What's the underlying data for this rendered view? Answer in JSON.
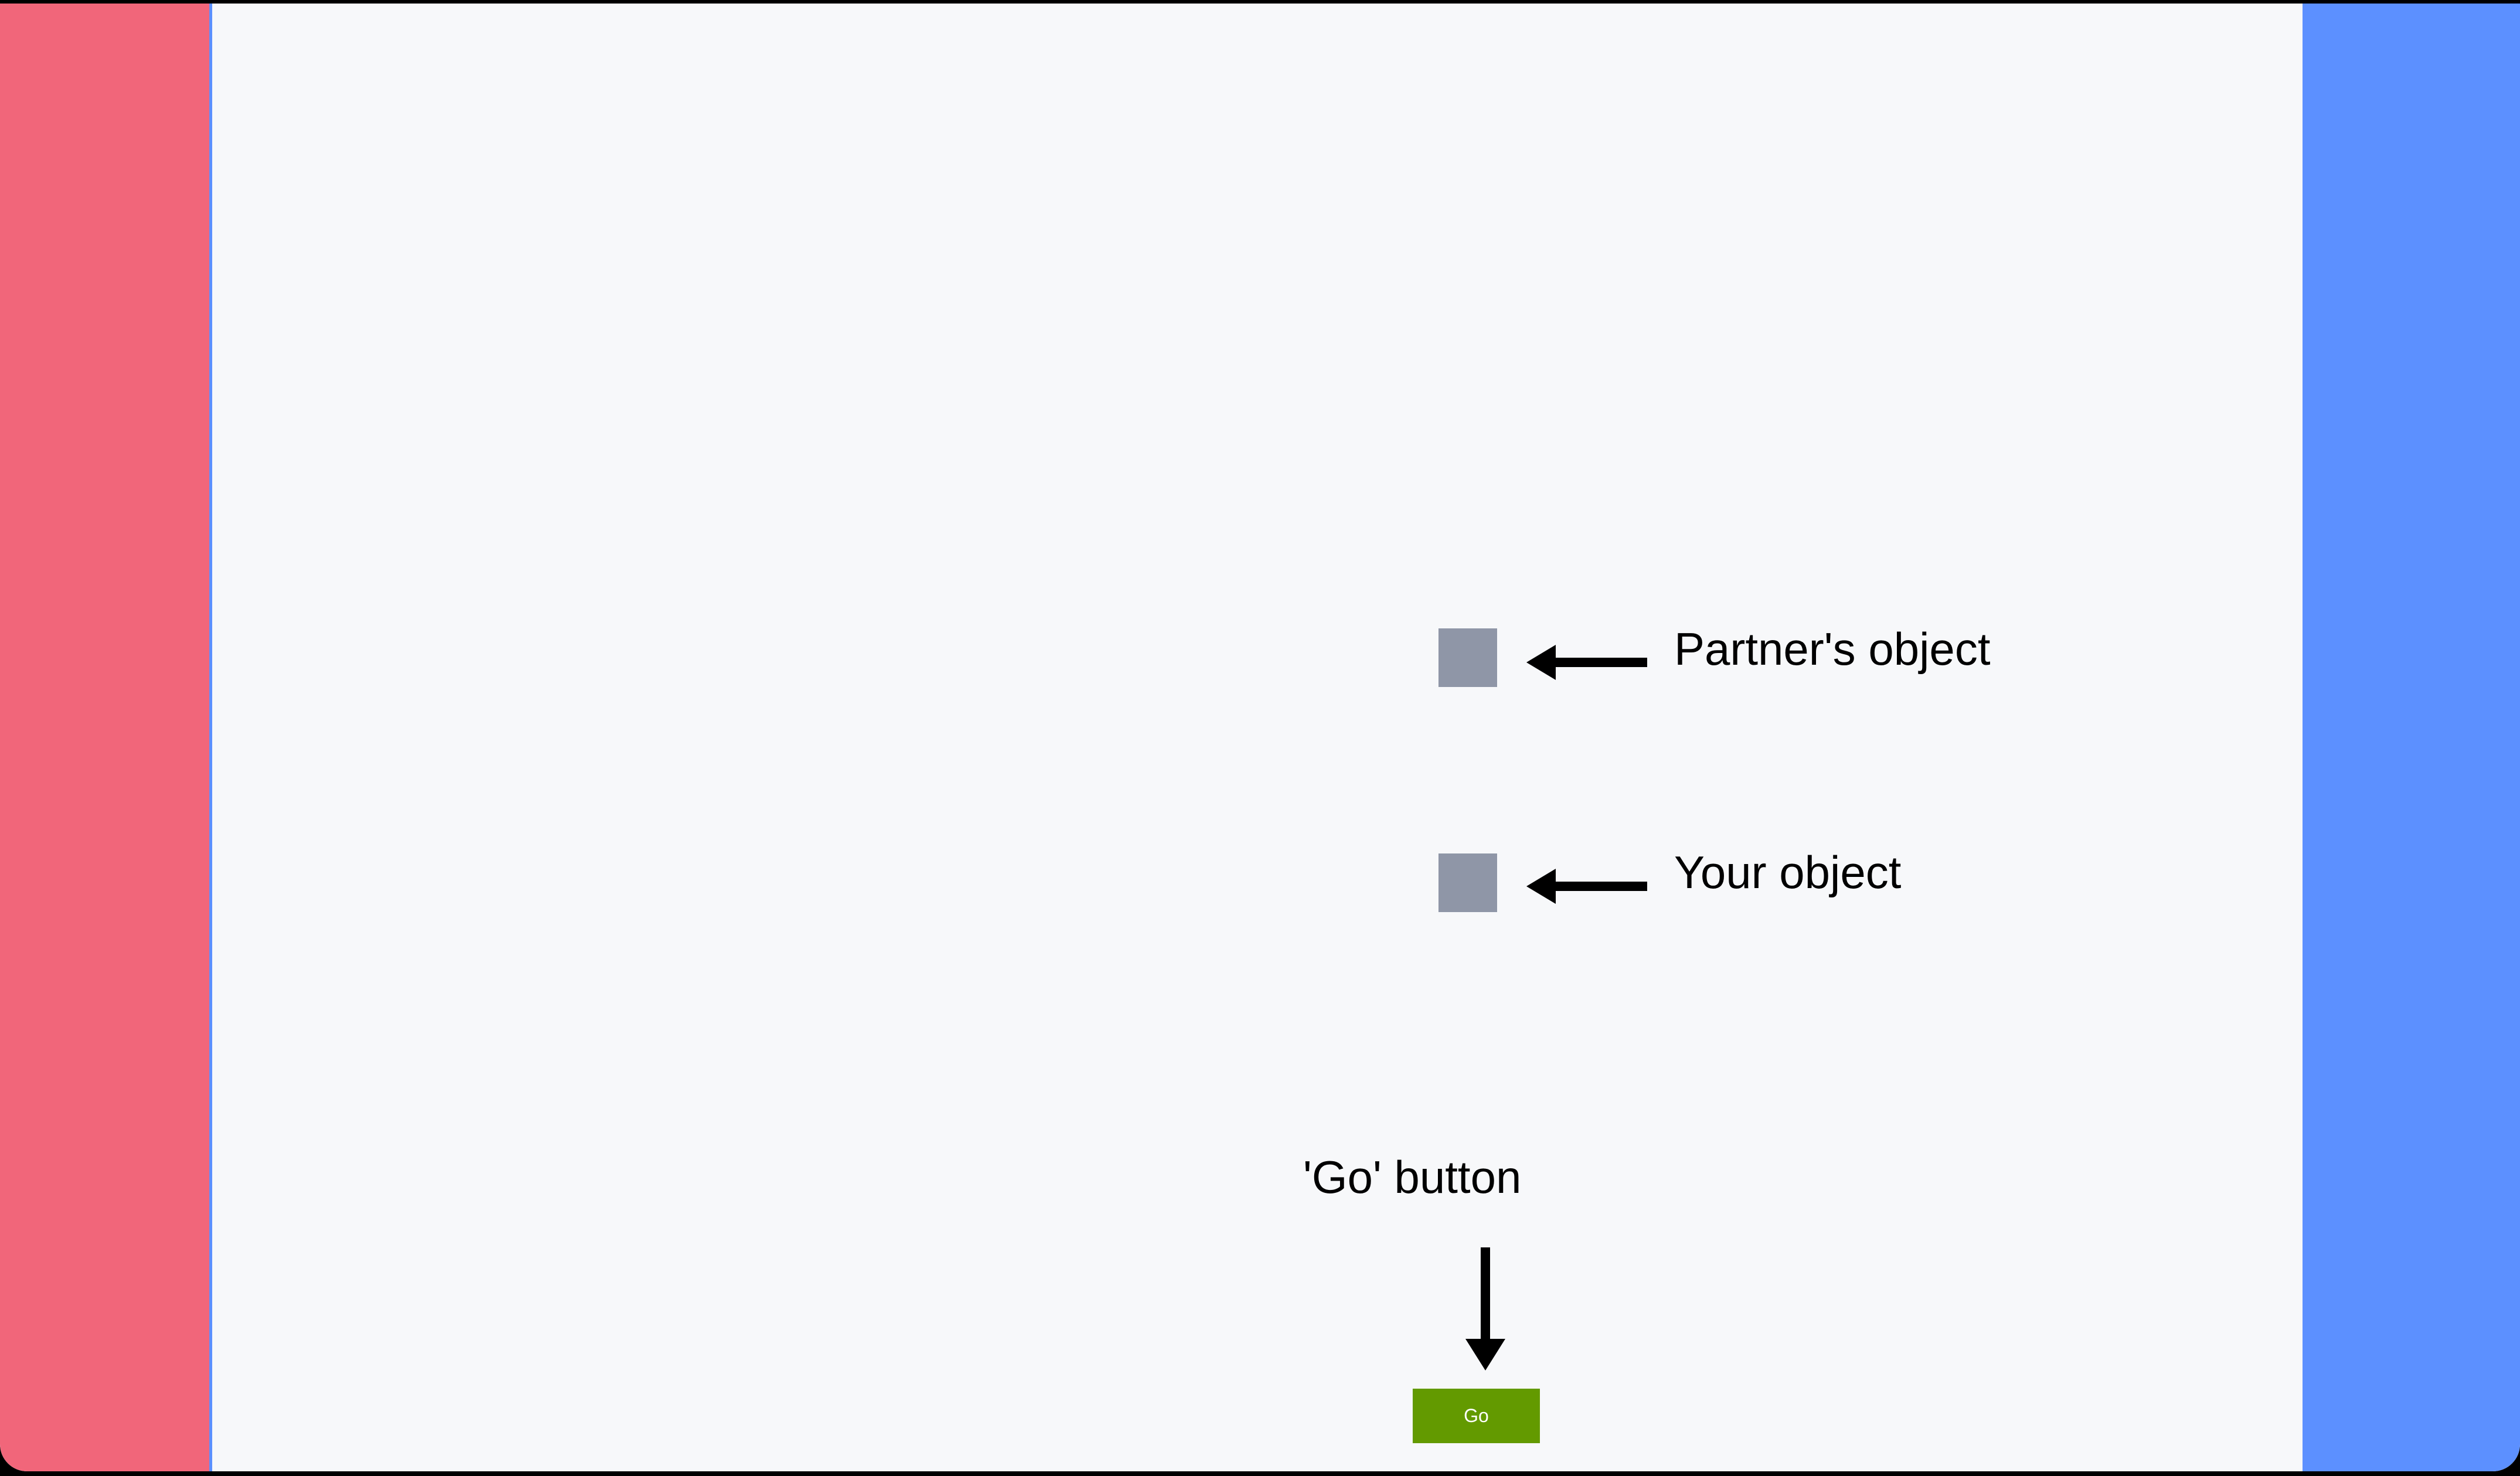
{
  "stage": {
    "background_color": "#F7F8FA"
  },
  "panels": {
    "partner": {
      "name": "partner-panel",
      "color": "#F1667A",
      "border_color": "#5C90FF"
    },
    "self": {
      "name": "self-panel",
      "color": "#5C90FF"
    }
  },
  "objects": [
    {
      "id": "partner-object",
      "color": "#8F96A7",
      "label": "Partner's object",
      "arrow_icon": "arrow-left-icon"
    },
    {
      "id": "self-object",
      "color": "#8F96A7",
      "label": "Your object",
      "arrow_icon": "arrow-left-icon"
    }
  ],
  "go_control": {
    "callout_label": "'Go' button",
    "arrow_icon": "arrow-down-icon",
    "button_label": "Go",
    "button_color": "#639A00",
    "button_text_color": "#FFFFFF"
  }
}
